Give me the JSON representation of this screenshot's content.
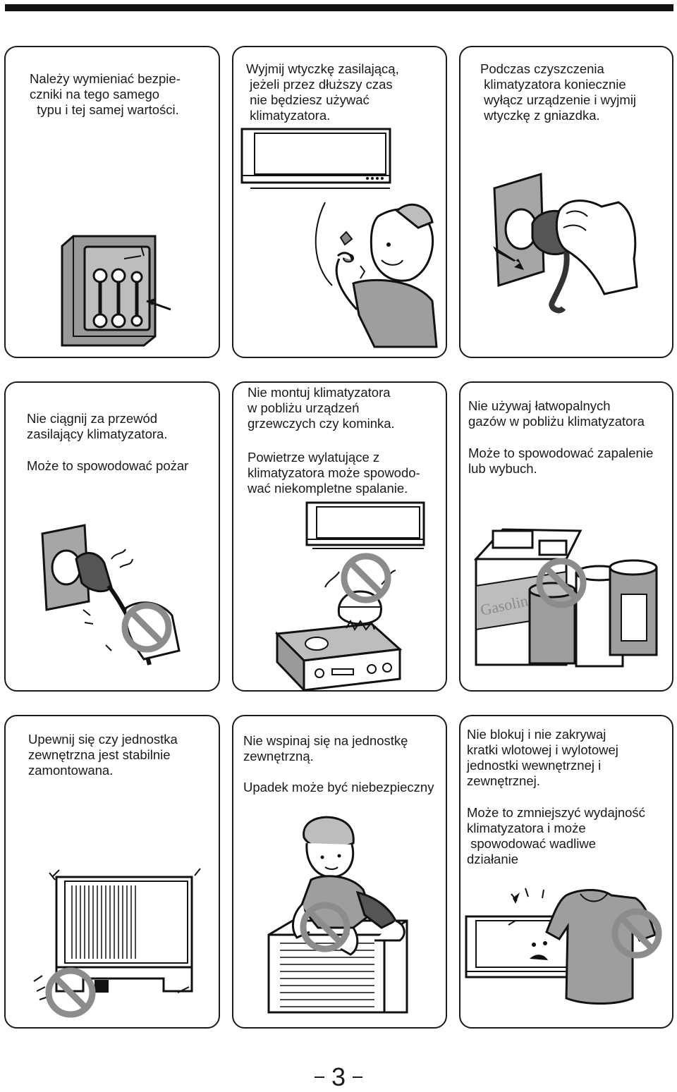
{
  "page_number": "3",
  "cards": [
    {
      "lines": [
        "Należy wymieniać bezpie-",
        "czniki na tego samego",
        "  typu i tej samej wartości."
      ]
    },
    {
      "lines": [
        "Wyjmij wtyczkę zasilającą,",
        " jeżeli przez dłuższy czas",
        " nie będziesz używać",
        " klimatyzatora."
      ]
    },
    {
      "lines": [
        "Podczas czyszczenia",
        " klimatyzatora koniecznie",
        " wyłącz urządzenie i wyjmij",
        " wtyczkę z gniazdka."
      ]
    },
    {
      "lines": [
        "Nie ciągnij za przewód",
        "zasilający klimatyzatora."
      ],
      "lines2": [
        "Może to spowodować pożar"
      ]
    },
    {
      "lines": [
        "Nie montuj klimatyzatora",
        "w pobliżu urządzeń",
        "grzewczych czy kominka."
      ],
      "lines2": [
        "Powietrze wylatujące z",
        "klimatyzatora może spowodo-",
        "wać niekompletne spalanie."
      ]
    },
    {
      "lines": [
        "Nie używaj łatwopalnych",
        "gazów w pobliżu klimatyzatora"
      ],
      "lines2": [
        "Może to spowodować zapalenie",
        "lub wybuch."
      ]
    },
    {
      "lines": [
        "Upewnij się czy jednostka",
        "zewnętrzna jest stabilnie",
        "zamontowana."
      ]
    },
    {
      "lines": [
        "Nie wspinaj się na jednostkę",
        "zewnętrzną."
      ],
      "lines2": [
        "Upadek może być niebezpieczny"
      ]
    },
    {
      "lines": [
        "Nie blokuj i nie zakrywaj",
        "kratki wlotowej i wylotowej",
        "jednostki wewnętrznej i",
        "zewnętrznej."
      ],
      "lines2": [
        "Może to zmniejszyć wydajność",
        "klimatyzatora i może",
        " spowodować wadliwe",
        "działanie"
      ]
    }
  ],
  "labels": {
    "gasoline": "Gasoline"
  },
  "icons": [
    "fuse-box-icon",
    "air-conditioner-icon",
    "person-icon",
    "wall-socket-icon",
    "plug-icon",
    "hand-icon",
    "stove-icon",
    "fuel-can-icon",
    "outdoor-unit-icon",
    "climbing-child-icon",
    "shirt-icon",
    "prohibited-icon"
  ]
}
